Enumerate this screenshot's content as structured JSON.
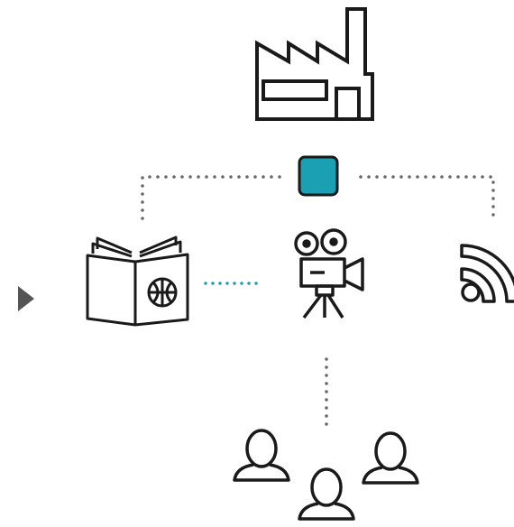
{
  "diagram": {
    "nodes": [
      {
        "id": "factory",
        "icon": "factory-icon"
      },
      {
        "id": "hub",
        "icon": "square-node",
        "fill": "#1a9fb3"
      },
      {
        "id": "passport",
        "icon": "passport-icon"
      },
      {
        "id": "camera",
        "icon": "movie-camera-icon"
      },
      {
        "id": "rss",
        "icon": "rss-feed-icon"
      },
      {
        "id": "audience",
        "icon": "users-group-icon"
      }
    ],
    "connectors": [
      {
        "from": "hub",
        "to": "passport",
        "style": "dotted",
        "color": "#666666"
      },
      {
        "from": "hub",
        "to": "rss",
        "style": "dotted",
        "color": "#666666"
      },
      {
        "from": "passport",
        "to": "camera",
        "style": "dotted",
        "color": "#1a9fb3"
      },
      {
        "from": "camera",
        "to": "audience",
        "style": "dotted",
        "color": "#666666"
      }
    ],
    "play_arrow_color": "#555555",
    "stroke_color": "#1a1a1a"
  }
}
